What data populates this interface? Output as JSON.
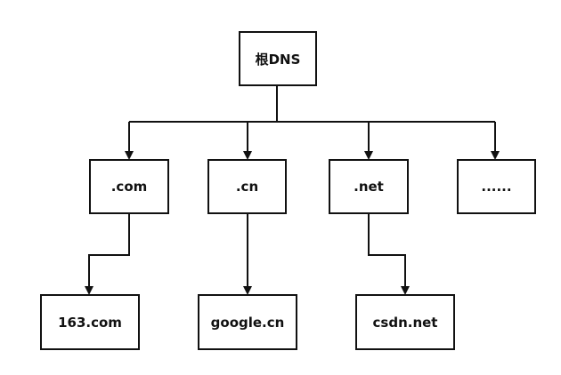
{
  "diagram": {
    "root": "根DNS",
    "tlds": [
      ".com",
      ".cn",
      ".net",
      "......"
    ],
    "domains": [
      "163.com",
      "google.cn",
      "csdn.net"
    ]
  }
}
